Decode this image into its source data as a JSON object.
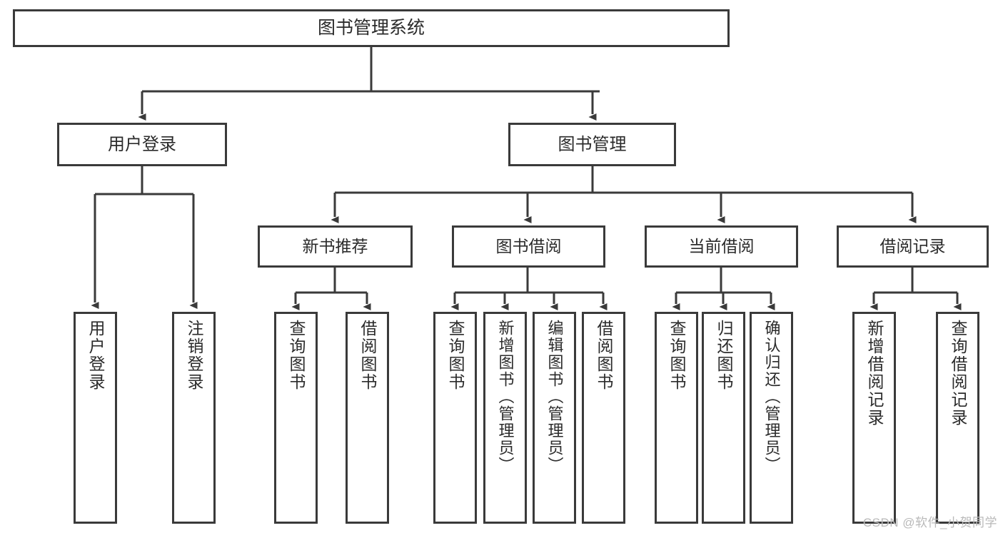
{
  "diagram": {
    "title": "图书管理系统",
    "type": "tree",
    "stroke_color": "#3a3a3a",
    "text_color": "#2b2b2b",
    "background": "#ffffff",
    "watermark": "CSDN @软件_小贺同学",
    "nodes": {
      "root": "图书管理系统",
      "level2": {
        "user_login": "用户登录",
        "book_manage": "图书管理"
      },
      "level3": {
        "new_book_recommend": "新书推荐",
        "book_borrow": "图书借阅",
        "current_borrow": "当前借阅",
        "borrow_record": "借阅记录"
      },
      "leaves": {
        "user_login_children": [
          "用户登录",
          "注销登录"
        ],
        "new_book_recommend_children": [
          "查询图书",
          "借阅图书"
        ],
        "book_borrow_children": [
          "查询图书",
          "新增图书（管理员）",
          "编辑图书（管理员）",
          "借阅图书"
        ],
        "current_borrow_children": [
          "查询图书",
          "归还图书",
          "确认归还（管理员）"
        ],
        "borrow_record_children": [
          "新增借阅记录",
          "查询借阅记录"
        ]
      }
    }
  }
}
